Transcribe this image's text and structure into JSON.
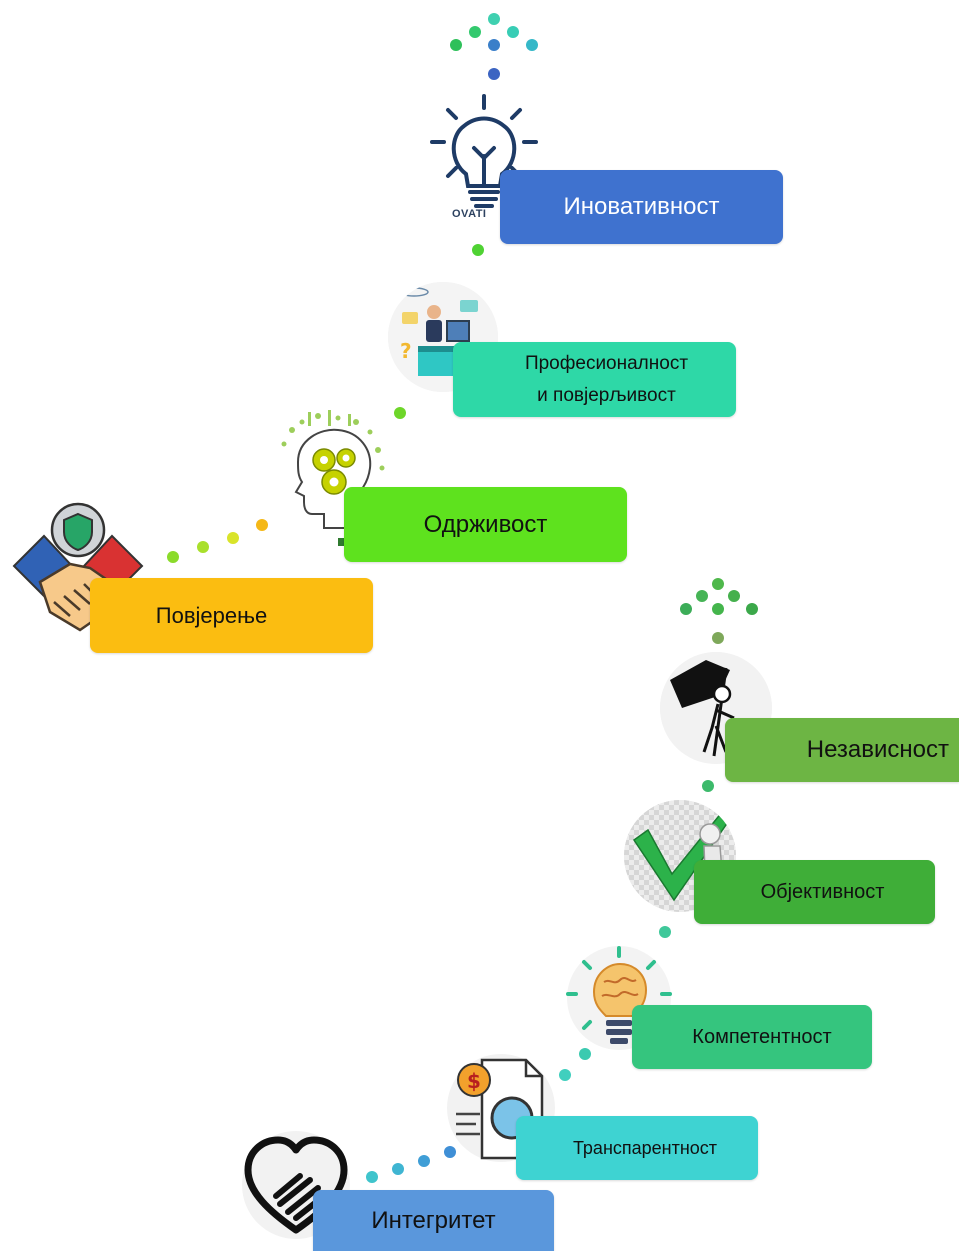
{
  "values": {
    "innovation": "Иновативност",
    "professionalism": "Професионалност\nи повјерљивост",
    "sustainability": "Одрживост",
    "trust": "Повјерење",
    "independence": "Независност",
    "objectivity": "Објективност",
    "competence": "Компетентност",
    "transparency": "Транспарентност",
    "integrity": "Интегритет"
  },
  "bulb_caption": "OVATI",
  "icons": {
    "innovation": "lightbulb-icon",
    "professionalism": "office-worker-icon",
    "sustainability": "head-gears-icon",
    "trust": "handshake-shield-icon",
    "independence": "flag-bearer-icon",
    "objectivity": "checkmark-figure-icon",
    "competence": "brain-bulb-icon",
    "transparency": "document-search-icon",
    "integrity": "heart-hand-icon"
  },
  "colors": {
    "innovation": "#3f72cf",
    "professionalism": "#2ed8a7",
    "sustainability": "#5ee21e",
    "trust": "#fbbd11",
    "independence": "#6db544",
    "objectivity": "#3fae38",
    "competence": "#35c57e",
    "transparency": "#3ed3d2",
    "integrity": "#5a97dc"
  }
}
